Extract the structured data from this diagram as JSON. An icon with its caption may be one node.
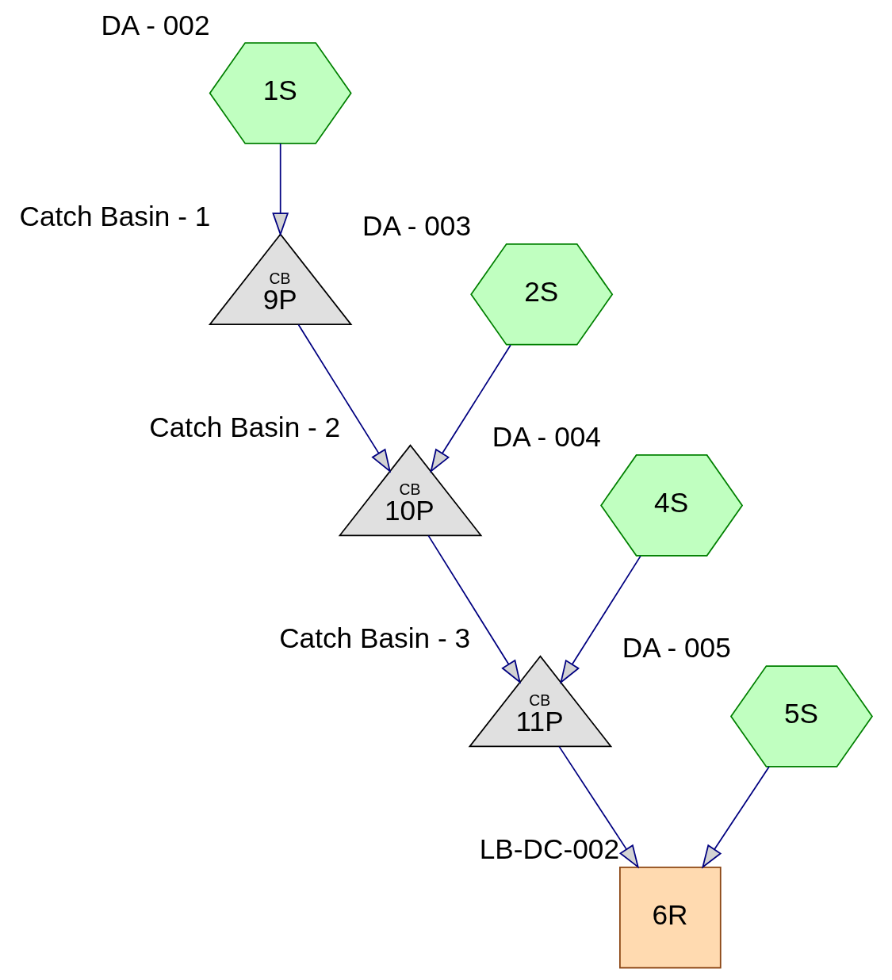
{
  "diagram": {
    "nodes": [
      {
        "text": [
          "1S"
        ],
        "beside": [
          "DA - 002"
        ]
      },
      {
        "text": [
          "2S"
        ],
        "beside": [
          "DA - 003"
        ]
      },
      {
        "text": [
          "CB",
          "9P"
        ],
        "beside": [
          "Catch Basin - 1"
        ]
      },
      {
        "text": [
          "CB",
          "10P"
        ],
        "beside": [
          "Catch Basin - 2"
        ]
      },
      {
        "text": [
          "4S"
        ],
        "beside": [
          "DA - 004"
        ]
      },
      {
        "text": [
          "CB",
          "11P"
        ],
        "beside": [
          "Catch Basin - 3"
        ]
      },
      {
        "text": [
          "5S"
        ],
        "beside": [
          "DA - 005"
        ]
      },
      {
        "text": [
          "6R"
        ],
        "beside": [
          "LB-DC-002"
        ]
      }
    ],
    "edges": [
      {
        "from": 0,
        "to": 2,
        "arrow": "to"
      },
      {
        "from": 1,
        "to": 3,
        "arrow": "to"
      },
      {
        "from": 2,
        "to": 3,
        "arrow": "to"
      },
      {
        "from": 3,
        "to": 5,
        "arrow": "to"
      },
      {
        "from": 4,
        "to": 5,
        "arrow": "to"
      },
      {
        "from": 5,
        "to": 7,
        "arrow": "to"
      },
      {
        "from": 6,
        "to": 7,
        "arrow": "to"
      }
    ]
  }
}
